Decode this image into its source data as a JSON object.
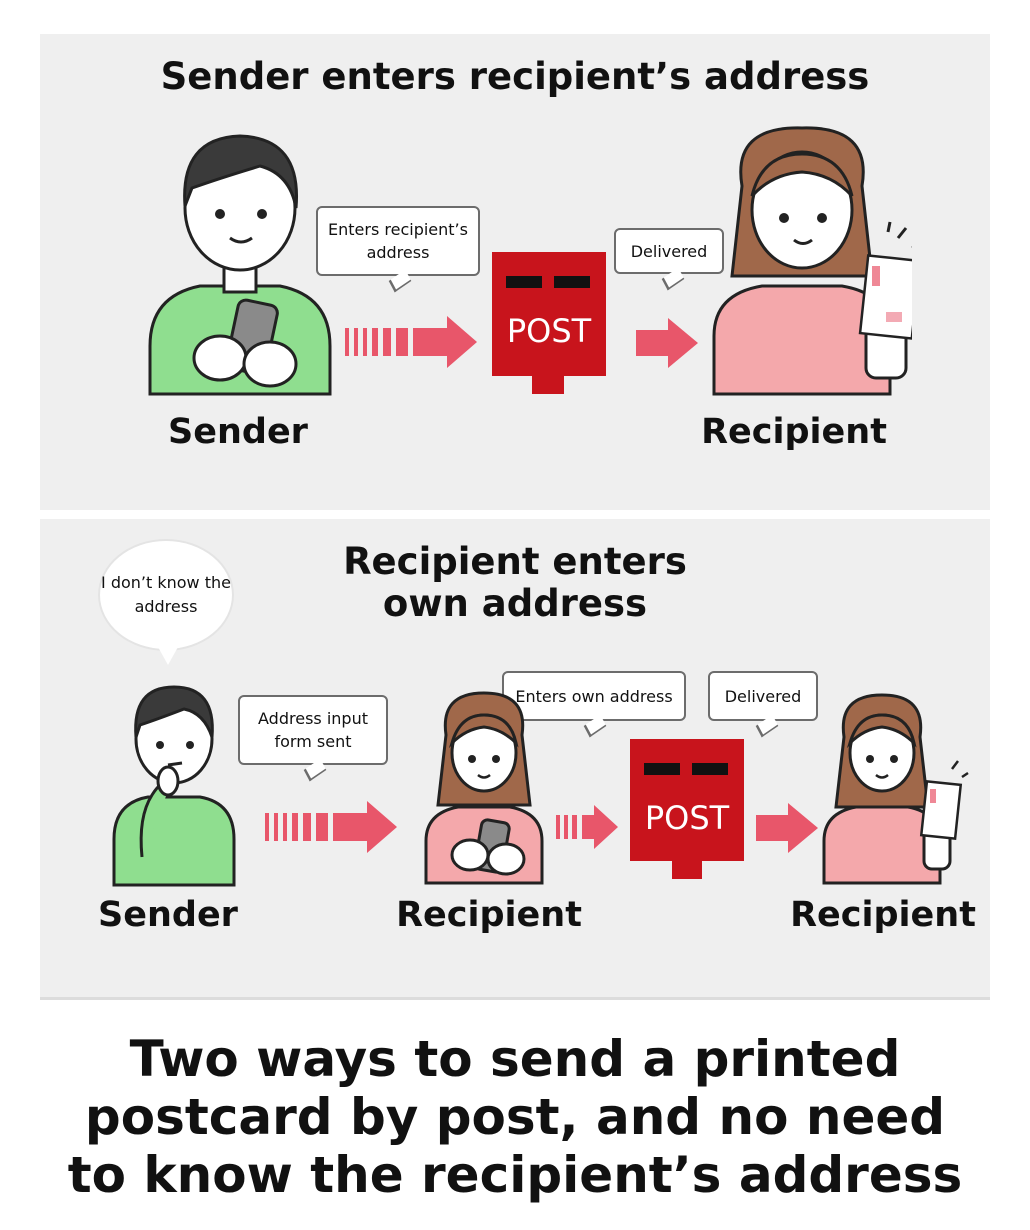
{
  "panel1": {
    "title": "Sender enters recipient’s address",
    "bubble_enters": "Enters recipient’s address",
    "bubble_delivered": "Delivered",
    "post_label": "POST",
    "sender_label": "Sender",
    "recipient_label": "Recipient"
  },
  "panel2": {
    "title_line1": "Recipient enters",
    "title_line2": "own address",
    "thought": "I don’t know the address",
    "bubble_form": "Address input form sent",
    "bubble_own": "Enters own address",
    "bubble_delivered": "Delivered",
    "post_label": "POST",
    "sender_label": "Sender",
    "recipient_label_1": "Recipient",
    "recipient_label_2": "Recipient"
  },
  "caption": {
    "line1": "Two ways to send a printed",
    "line2": "postcard by post, and no need",
    "line3": "to know the recipient’s address"
  },
  "colors": {
    "panel_bg": "#efefef",
    "arrow": "#e8566a",
    "postbox": "#c8141c",
    "sender_shirt": "#8fde8f",
    "recipient_shirt": "#f4a8ab",
    "woman_hair": "#a0684a",
    "man_hair": "#3a3a3a"
  }
}
